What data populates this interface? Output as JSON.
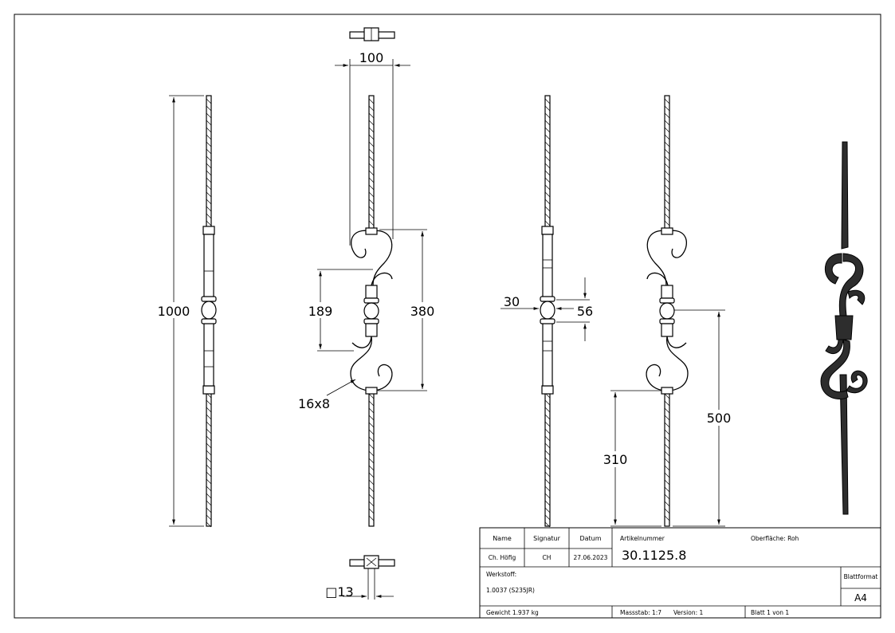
{
  "dimensions": {
    "front_height": "1000",
    "width": "100",
    "scroll_spacing": "189",
    "ornament_height": "380",
    "scroll_profile": "16x8",
    "collar_length": "30",
    "collar_width": "56",
    "height_lower": "310",
    "height_center": "500",
    "bar_square": "□13"
  },
  "title_block": {
    "name_header": "Name",
    "signature_header": "Signatur",
    "date_header": "Datum",
    "name": "Ch. Höfig",
    "signature": "CH",
    "date": "27.06.2023",
    "article_label": "Artikelnummer",
    "article_number": "30.1125.8",
    "surface": "Oberfläche:  Roh",
    "material_label": "Werkstoff:",
    "material": "1.0037 (S235JR)",
    "sheet_format_label": "Blattformat",
    "sheet_format": "A4",
    "weight": "Gewicht 1.937 kg",
    "scale": "Massstab: 1:7",
    "version": "Version: 1",
    "sheet_info": "Blatt 1 von 1"
  }
}
